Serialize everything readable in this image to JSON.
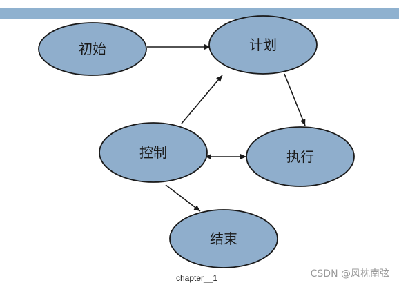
{
  "colors": {
    "top_bar": "#8fb1cf",
    "node_fill": "#8faecc",
    "node_stroke": "#1a1a1a",
    "edge": "#1a1a1a"
  },
  "nodes": [
    {
      "id": "start",
      "label": "初始"
    },
    {
      "id": "plan",
      "label": "计划"
    },
    {
      "id": "control",
      "label": "控制"
    },
    {
      "id": "execute",
      "label": "执行"
    },
    {
      "id": "end",
      "label": "结束"
    }
  ],
  "edges": [
    {
      "from": "start",
      "to": "plan",
      "bidirectional": false
    },
    {
      "from": "plan",
      "to": "execute",
      "bidirectional": false
    },
    {
      "from": "control",
      "to": "plan",
      "bidirectional": false
    },
    {
      "from": "control",
      "to": "execute",
      "bidirectional": true
    },
    {
      "from": "control",
      "to": "end",
      "bidirectional": false
    }
  ],
  "caption": "chapter__1",
  "watermark": "CSDN @风枕南弦"
}
